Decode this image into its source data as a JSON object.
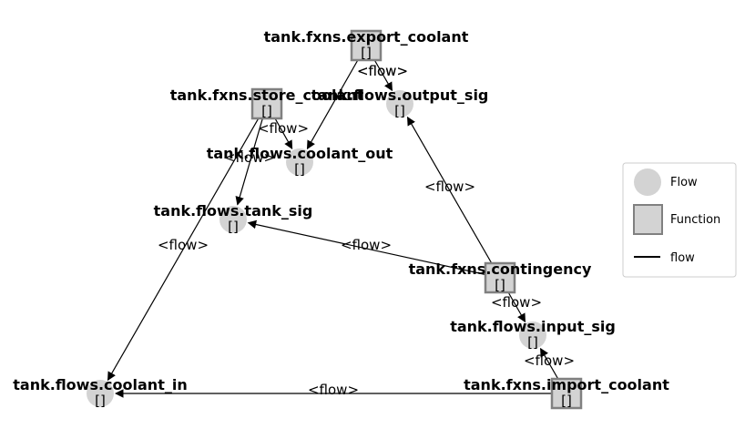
{
  "diagram": {
    "node_style": {
      "flow_fill": "#d3d3d3",
      "function_fill": "#d3d3d3",
      "function_stroke": "#808080",
      "edge_color": "#000000"
    },
    "nodes": [
      {
        "id": "export_coolant",
        "kind": "function",
        "label": "tank.fxns.export_coolant",
        "sub": "[]"
      },
      {
        "id": "store_coolant",
        "kind": "function",
        "label": "tank.fxns.store_coolant",
        "sub": "[]"
      },
      {
        "id": "output_sig",
        "kind": "flow",
        "label": "tank.flows.output_sig",
        "sub": "[]"
      },
      {
        "id": "coolant_out",
        "kind": "flow",
        "label": "tank.flows.coolant_out",
        "sub": "[]"
      },
      {
        "id": "tank_sig",
        "kind": "flow",
        "label": "tank.flows.tank_sig",
        "sub": "[]"
      },
      {
        "id": "contingency",
        "kind": "function",
        "label": "tank.fxns.contingency",
        "sub": "[]"
      },
      {
        "id": "input_sig",
        "kind": "flow",
        "label": "tank.flows.input_sig",
        "sub": "[]"
      },
      {
        "id": "coolant_in",
        "kind": "flow",
        "label": "tank.flows.coolant_in",
        "sub": "[]"
      },
      {
        "id": "import_coolant",
        "kind": "function",
        "label": "tank.fxns.import_coolant",
        "sub": "[]"
      }
    ],
    "edges": [
      {
        "from": "export_coolant",
        "to": "output_sig",
        "label": "<flow>"
      },
      {
        "from": "export_coolant",
        "to": "coolant_out",
        "label": "<flow>"
      },
      {
        "from": "store_coolant",
        "to": "coolant_out",
        "label": "<flow>"
      },
      {
        "from": "store_coolant",
        "to": "tank_sig",
        "label": "<flow>"
      },
      {
        "from": "store_coolant",
        "to": "coolant_in",
        "label": "<flow>"
      },
      {
        "from": "contingency",
        "to": "output_sig",
        "label": "<flow>"
      },
      {
        "from": "contingency",
        "to": "tank_sig",
        "label": "<flow>"
      },
      {
        "from": "contingency",
        "to": "input_sig",
        "label": "<flow>"
      },
      {
        "from": "import_coolant",
        "to": "input_sig",
        "label": "<flow>"
      },
      {
        "from": "import_coolant",
        "to": "coolant_in",
        "label": "<flow>"
      }
    ]
  },
  "legend": {
    "items": [
      {
        "kind": "flow",
        "label": "Flow"
      },
      {
        "kind": "function",
        "label": "Function"
      },
      {
        "kind": "line",
        "label": "flow"
      }
    ]
  }
}
